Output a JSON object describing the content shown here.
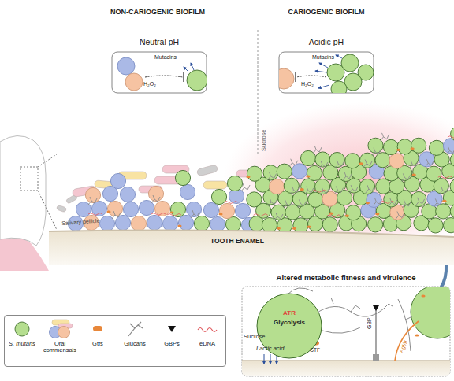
{
  "diagram": {
    "nodes": [
      {
        "text": [
          "Neutral pH",
          "Mutacins",
          "H₂O₂"
        ]
      },
      {
        "text": [
          "Acidic pH",
          "Mutacins",
          "H₂O₂"
        ]
      },
      {
        "text": [
          "TOOTH ENAMEL"
        ]
      },
      {
        "text": [
          "Altered metabolic fitness and virulence",
          "Sucrose",
          "Lactic acid",
          "GTF",
          "GBP",
          "AgI/II"
        ]
      },
      {
        "text": [
          "ATR",
          "Glycolysis"
        ],
        "in": 3
      }
    ],
    "labels": [
      "NON-CARIOGENIC BIOFILM",
      "CARIOGENIC BIOFILM",
      "Sucrose",
      "Salivary pellicle"
    ],
    "legend": [
      {
        "text": "S. mutans",
        "color": "#b5de8f"
      },
      {
        "text": "Oral commensals"
      },
      {
        "text": "Gtfs",
        "color": "#e8873a"
      },
      {
        "text": "Glucans"
      },
      {
        "text": "GBPs"
      },
      {
        "text": "eDNA"
      }
    ]
  }
}
